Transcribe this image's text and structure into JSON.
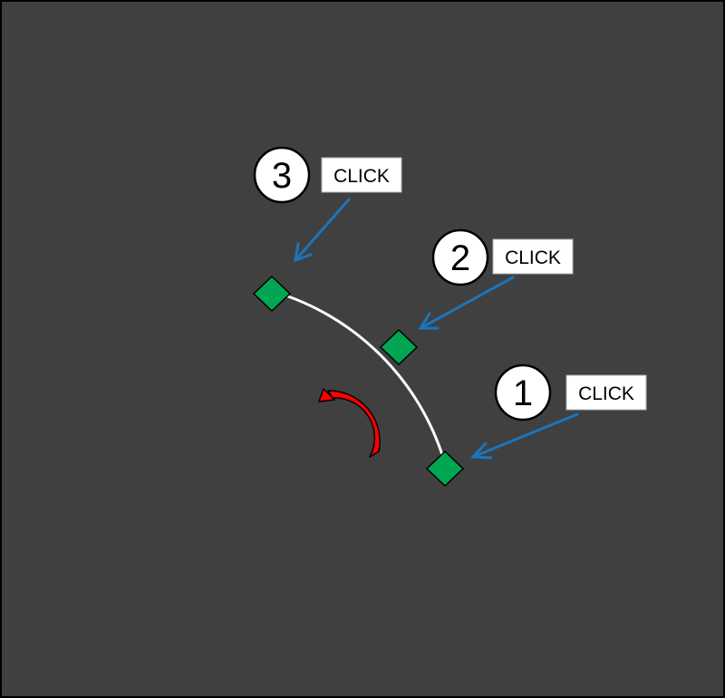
{
  "colors": {
    "background": "#404040",
    "arc": "#ffffff",
    "point_fill": "#00a651",
    "callout_arrow": "#1b75bc",
    "rotation_arrow": "#ff0000",
    "badge_fill": "#ffffff",
    "label_fill": "#ffffff"
  },
  "icons": {
    "rotation": "counterclockwise-arrow-icon",
    "point": "diamond-point-icon",
    "callout": "arrow-icon"
  },
  "steps": [
    {
      "number": "1",
      "label": "CLICK"
    },
    {
      "number": "2",
      "label": "CLICK"
    },
    {
      "number": "3",
      "label": "CLICK"
    }
  ]
}
